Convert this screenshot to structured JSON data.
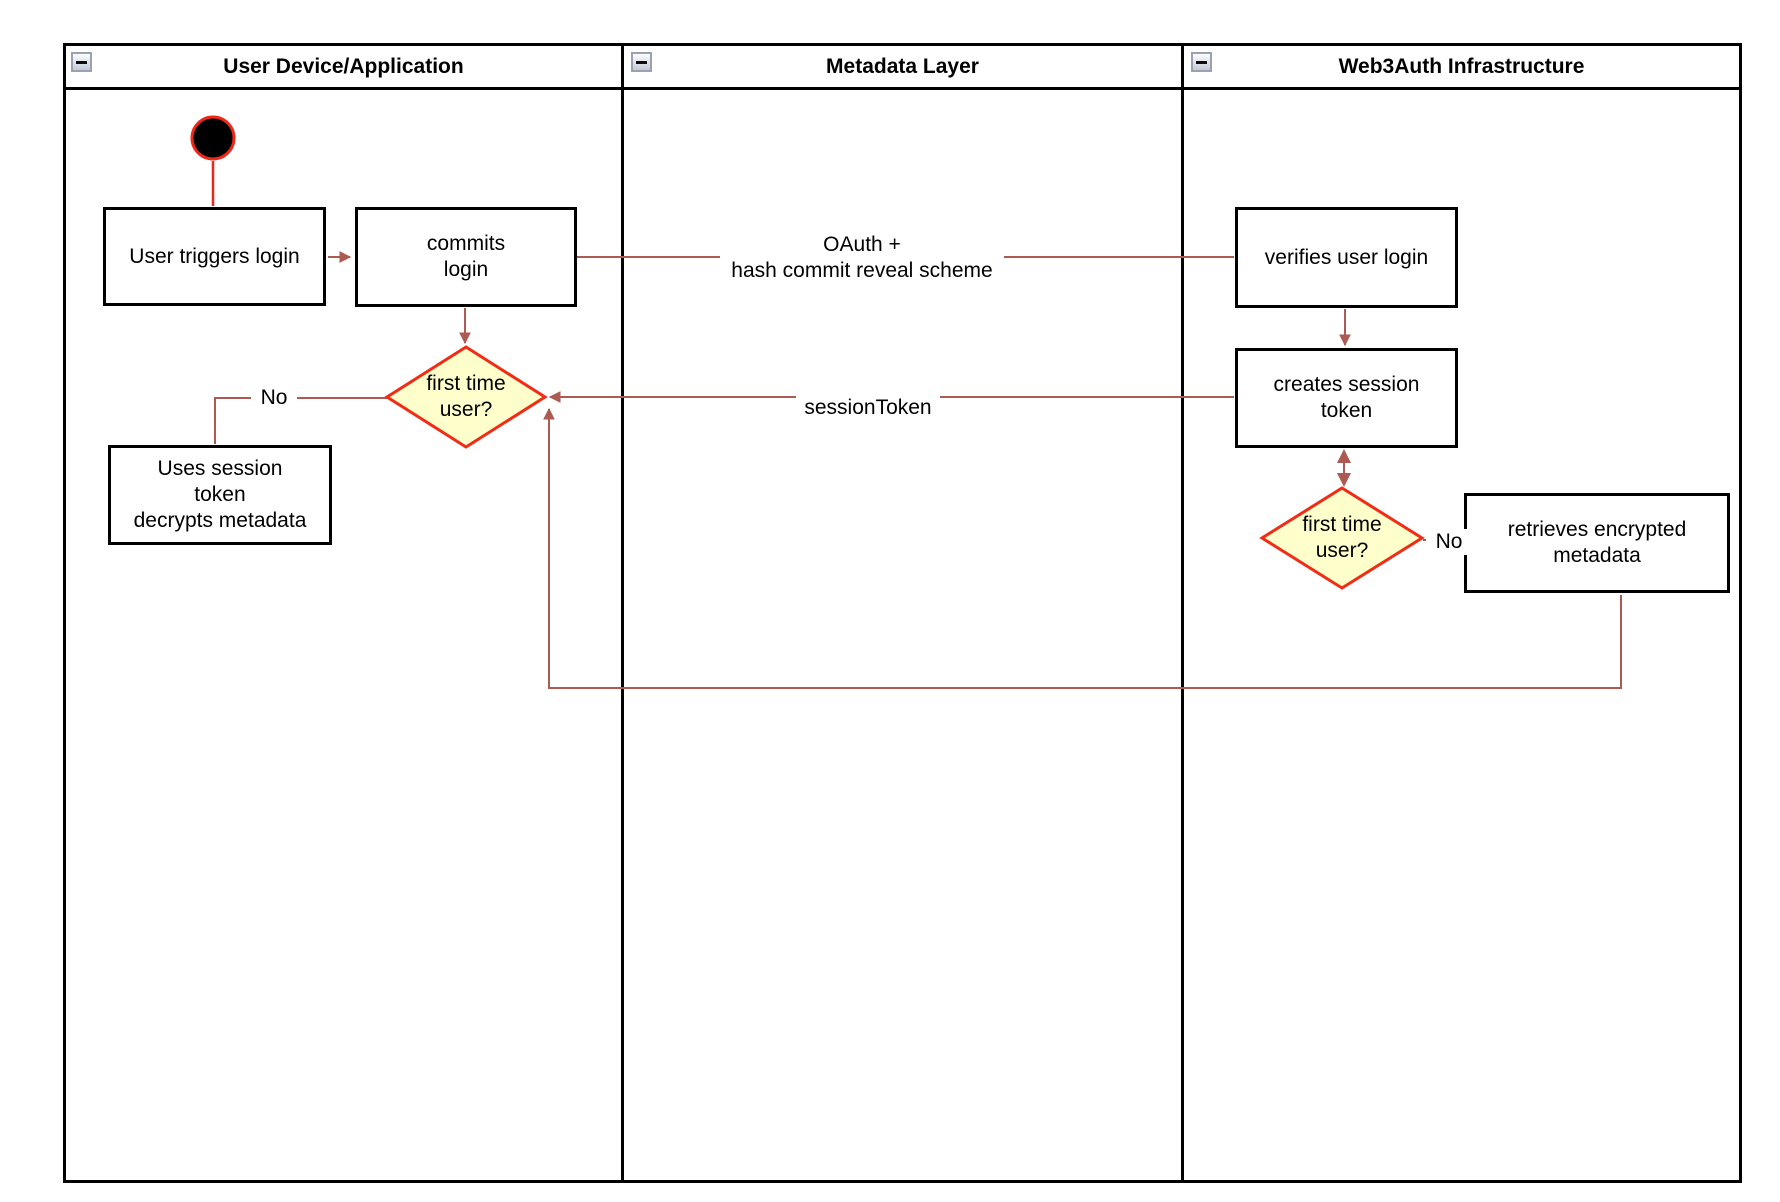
{
  "lanes": [
    {
      "title": "User Device/Application"
    },
    {
      "title": "Metadata Layer"
    },
    {
      "title": "Web3Auth Infrastructure"
    }
  ],
  "nodes": {
    "user_triggers_login": "User triggers login",
    "commits_login": "commits\nlogin",
    "first_time_user_device": "first time\nuser?",
    "uses_session_token": "Uses session\ntoken\ndecrypts metadata",
    "verifies_user_login": "verifies user login",
    "creates_session_token": "creates session\ntoken",
    "first_time_user_infra": "first time\nuser?",
    "retrieves_encrypted_metadata": "retrieves encrypted\nmetadata"
  },
  "edge_labels": {
    "oauth": "OAuth +\nhash commit reveal scheme",
    "session_token": "sessionToken",
    "no_device": "No",
    "no_infra": "No"
  },
  "colors": {
    "connector": "#ad5a52",
    "start_red": "#ee2716",
    "decision_border": "#f32b14",
    "decision_fill": "#ffffcc",
    "node_border": "#000000",
    "node_fill": "#ffffff"
  }
}
